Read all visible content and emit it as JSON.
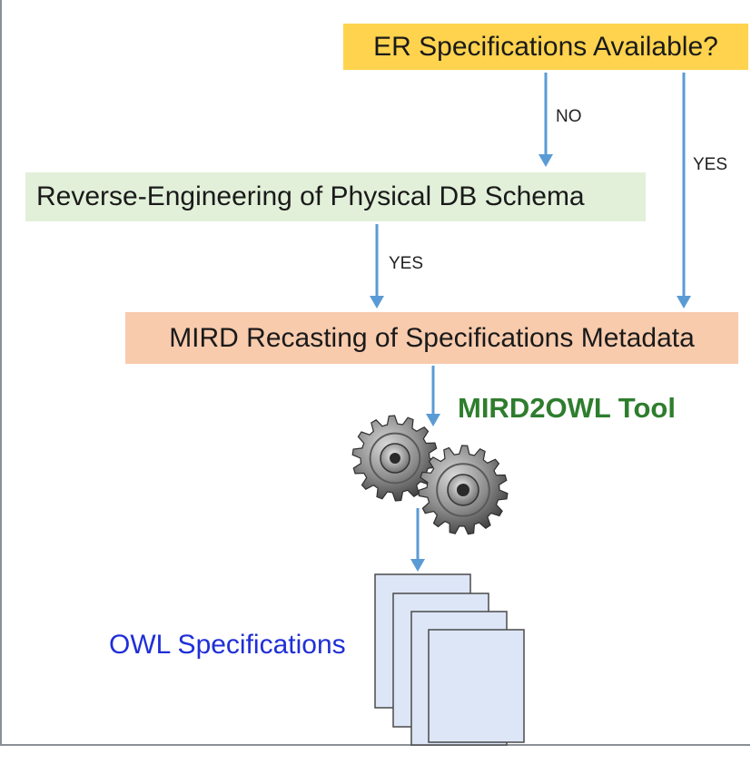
{
  "boxes": {
    "er_available": "ER Specifications Available?",
    "reverse_engineering": "Reverse-Engineering of Physical DB Schema",
    "mird_recasting": "MIRD Recasting of Specifications Metadata"
  },
  "edge_labels": {
    "no": "NO",
    "yes_right": "YES",
    "yes_left": "YES"
  },
  "tool_label": "MIRD2OWL Tool",
  "output_label": "OWL Specifications",
  "colors": {
    "er_fill": "#ffd34d",
    "reverse_fill": "#e2f0d9",
    "mird_fill": "#f8cbad",
    "arrow": "#5b9bd5",
    "tool_text": "#2e7d2e",
    "owl_text": "#1f2fd8",
    "page_fill": "#dde6f7"
  }
}
